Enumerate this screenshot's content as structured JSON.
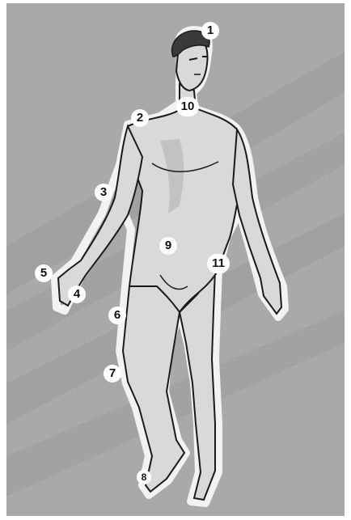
{
  "markers": [
    {
      "label": "1"
    },
    {
      "label": "2"
    },
    {
      "label": "3"
    },
    {
      "label": "4"
    },
    {
      "label": "5"
    },
    {
      "label": "6"
    },
    {
      "label": "7"
    },
    {
      "label": "8"
    },
    {
      "label": "9"
    },
    {
      "label": "10"
    },
    {
      "label": "11"
    }
  ],
  "colors": {
    "background": "#a9a9a9",
    "stripe": "#9a9a9a",
    "skin": "#d9d9d9",
    "shadow": "#c2c2c2",
    "outline": "#1a1a1a",
    "hair": "#3a3a3a"
  }
}
